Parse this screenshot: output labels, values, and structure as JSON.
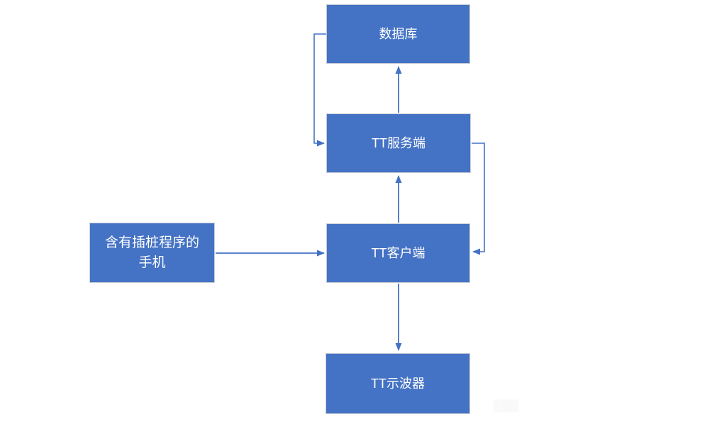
{
  "diagram": {
    "type": "flowchart",
    "colors": {
      "node_fill": "#4472c4",
      "node_border": "#c9cdd6",
      "arrow": "#4472c4",
      "text": "#ffffff",
      "background": "#ffffff"
    },
    "nodes": {
      "database": {
        "label": "数据库"
      },
      "server": {
        "label": "TT服务端"
      },
      "client": {
        "label": "TT客户端"
      },
      "phone": {
        "label": "含有插桩程序的\n手机"
      },
      "oscilloscope": {
        "label": "TT示波器"
      }
    },
    "edges": [
      {
        "from": "server",
        "to": "database",
        "route": "straight-up"
      },
      {
        "from": "database",
        "to": "server",
        "route": "elbow-left"
      },
      {
        "from": "client",
        "to": "server",
        "route": "straight-up"
      },
      {
        "from": "server",
        "to": "client",
        "route": "elbow-right"
      },
      {
        "from": "phone",
        "to": "client",
        "route": "straight-right"
      },
      {
        "from": "client",
        "to": "oscilloscope",
        "route": "straight-down"
      }
    ]
  }
}
